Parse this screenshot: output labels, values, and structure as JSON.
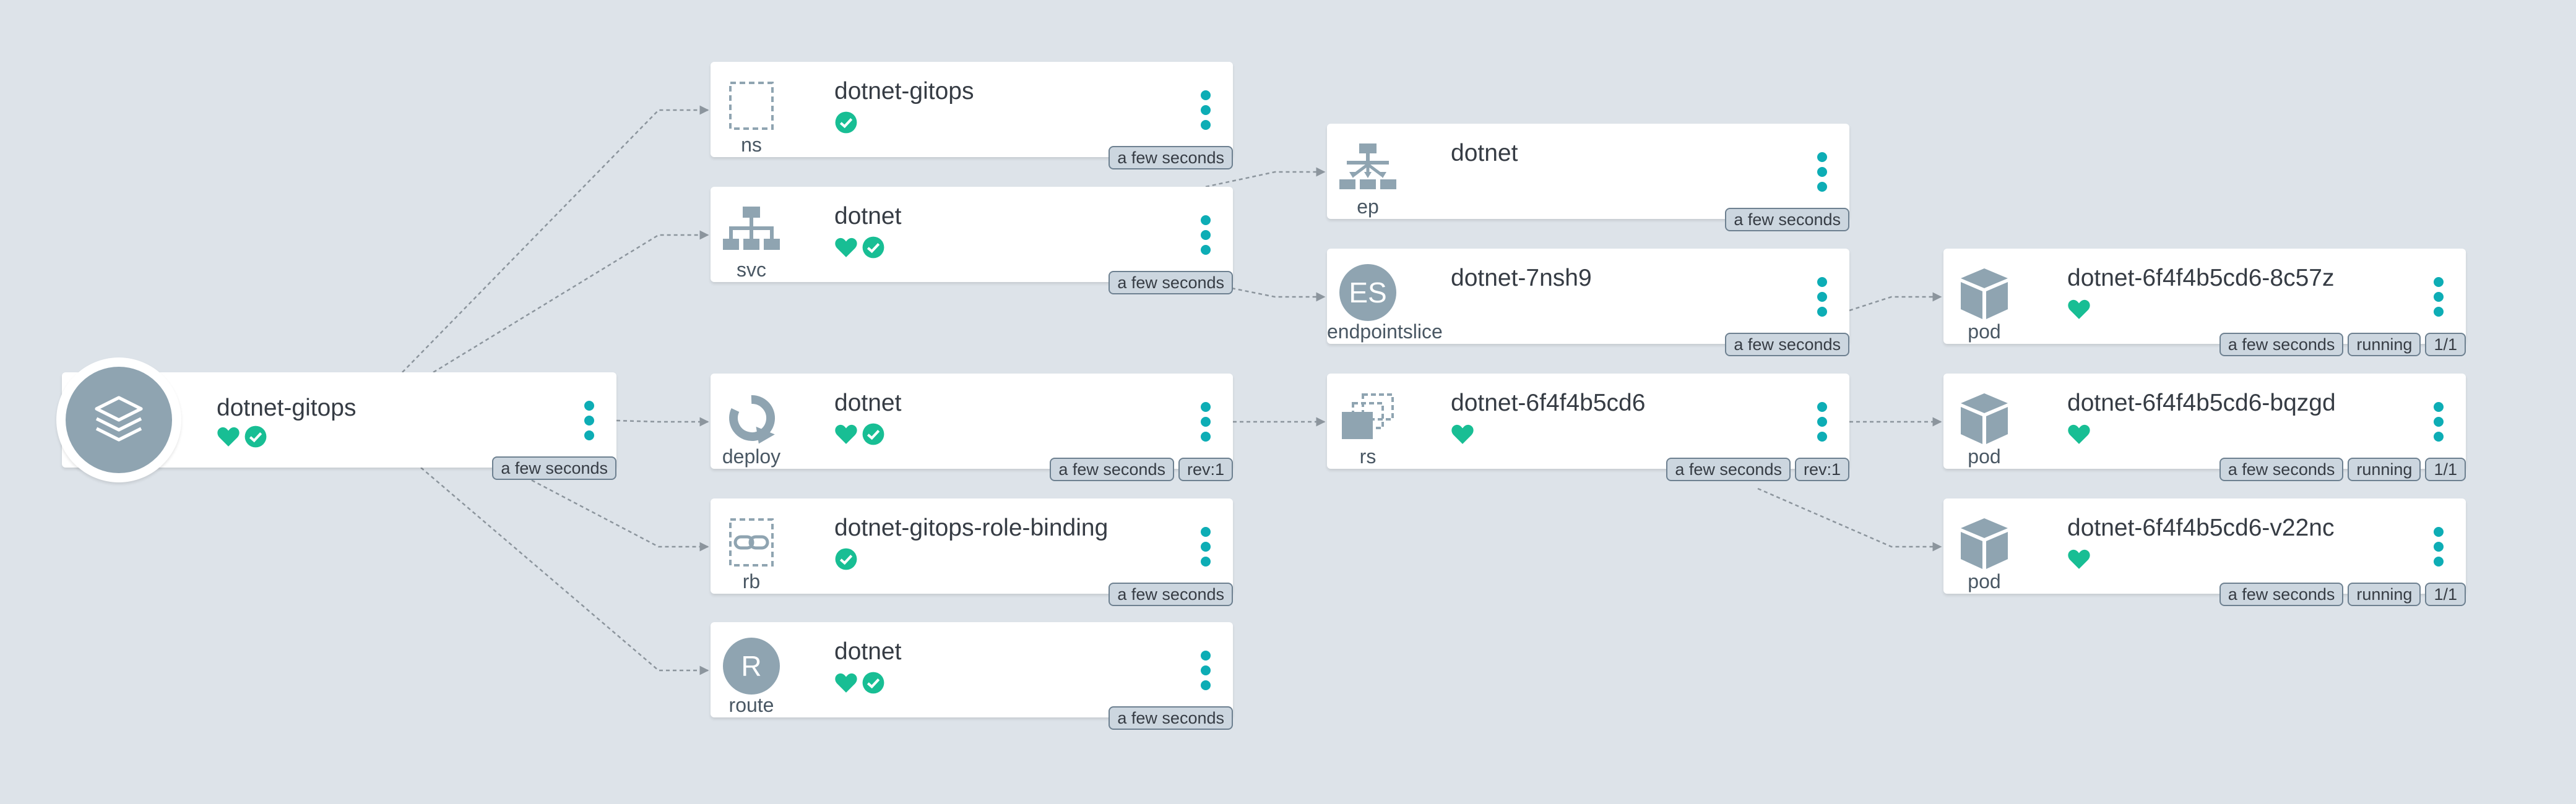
{
  "colors": {
    "background": "#dde3e9",
    "card": "#ffffff",
    "icon_gray": "#8fa4b1",
    "heart_green": "#18be94",
    "check_green": "#18be94",
    "menu_teal": "#0dadb5",
    "edge_gray": "#8c959d"
  },
  "app": {
    "name": "dotnet-gitops",
    "icon": "layers-icon",
    "status": [
      "heart-icon",
      "check-circle-icon"
    ],
    "badges": [
      "a few seconds"
    ]
  },
  "resources": [
    {
      "id": "ns",
      "kind": "ns",
      "name": "dotnet-gitops",
      "icon": "namespace-icon",
      "status": [
        "check-circle-icon"
      ],
      "badges": [
        "a few seconds"
      ]
    },
    {
      "id": "svc",
      "kind": "svc",
      "name": "dotnet",
      "icon": "network-icon",
      "status": [
        "heart-icon",
        "check-circle-icon"
      ],
      "badges": [
        "a few seconds"
      ]
    },
    {
      "id": "deploy",
      "kind": "deploy",
      "name": "dotnet",
      "icon": "refresh-icon",
      "status": [
        "heart-icon",
        "check-circle-icon"
      ],
      "badges": [
        "a few seconds",
        "rev:1"
      ]
    },
    {
      "id": "rb",
      "kind": "rb",
      "name": "dotnet-gitops-role-binding",
      "icon": "link-icon",
      "status": [
        "check-circle-icon"
      ],
      "badges": [
        "a few seconds"
      ]
    },
    {
      "id": "route",
      "kind": "route",
      "name": "dotnet",
      "icon": "route-icon",
      "letter": "R",
      "status": [
        "heart-icon",
        "check-circle-icon"
      ],
      "badges": [
        "a few seconds"
      ]
    },
    {
      "id": "ep",
      "kind": "ep",
      "name": "dotnet",
      "icon": "endpoints-icon",
      "status": [],
      "badges": [
        "a few seconds"
      ]
    },
    {
      "id": "es",
      "kind": "endpointslice",
      "name": "dotnet-7nsh9",
      "icon": "endpointslice-icon",
      "letter": "ES",
      "status": [],
      "badges": [
        "a few seconds"
      ]
    },
    {
      "id": "rs",
      "kind": "rs",
      "name": "dotnet-6f4f4b5cd6",
      "icon": "replicaset-icon",
      "status": [
        "heart-icon"
      ],
      "badges": [
        "a few seconds",
        "rev:1"
      ]
    },
    {
      "id": "pod1",
      "kind": "pod",
      "name": "dotnet-6f4f4b5cd6-8c57z",
      "icon": "cube-icon",
      "status": [
        "heart-icon"
      ],
      "badges": [
        "a few seconds",
        "running",
        "1/1"
      ]
    },
    {
      "id": "pod2",
      "kind": "pod",
      "name": "dotnet-6f4f4b5cd6-bqzgd",
      "icon": "cube-icon",
      "status": [
        "heart-icon"
      ],
      "badges": [
        "a few seconds",
        "running",
        "1/1"
      ]
    },
    {
      "id": "pod3",
      "kind": "pod",
      "name": "dotnet-6f4f4b5cd6-v22nc",
      "icon": "cube-icon",
      "status": [
        "heart-icon"
      ],
      "badges": [
        "a few seconds",
        "running",
        "1/1"
      ]
    }
  ],
  "edges": [
    [
      "app",
      "ns"
    ],
    [
      "app",
      "svc"
    ],
    [
      "app",
      "deploy"
    ],
    [
      "app",
      "rb"
    ],
    [
      "app",
      "route"
    ],
    [
      "svc",
      "ep"
    ],
    [
      "svc",
      "es"
    ],
    [
      "deploy",
      "rs"
    ],
    [
      "es",
      "pod1"
    ],
    [
      "rs",
      "pod2"
    ],
    [
      "rs",
      "pod3"
    ]
  ]
}
